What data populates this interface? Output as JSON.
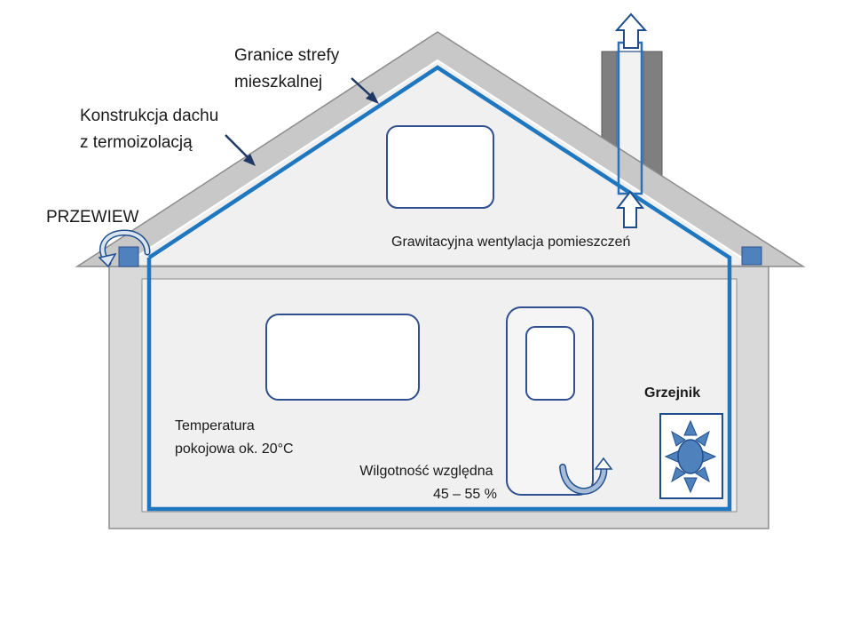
{
  "labels": {
    "roof_construction": [
      "Konstrukcja dachu",
      "z termoizolacją"
    ],
    "living_zone_boundary": [
      "Granice strefy",
      "mieszkalnej"
    ],
    "draught": "PRZEWIEW",
    "gravity_ventilation": "Grawitacyjna wentylacja pomieszczeń",
    "temperature": [
      "Temperatura",
      "pokojowa ok. 20°C"
    ],
    "humidity": [
      "Wilgotność względna",
      "45 – 55 %"
    ],
    "radiator": "Grzejnik"
  },
  "colors": {
    "boundary_line": "#1f77c0",
    "wall_fill": "#d9d9d9",
    "wall_stroke": "#8c8c8c",
    "interior_fill": "#f0f0f0",
    "chimney_fill": "#7f7f7f",
    "pointer_arrow": "#1f3864",
    "vent_block": "#4f81bd",
    "window_stroke": "#2f4f8f",
    "arrow_outline": "#1f4e8c"
  },
  "icons": [
    "draught-arrow-icon",
    "up-arrow-icon",
    "radiator-sun-icon",
    "door-airflow-arrow-icon"
  ]
}
